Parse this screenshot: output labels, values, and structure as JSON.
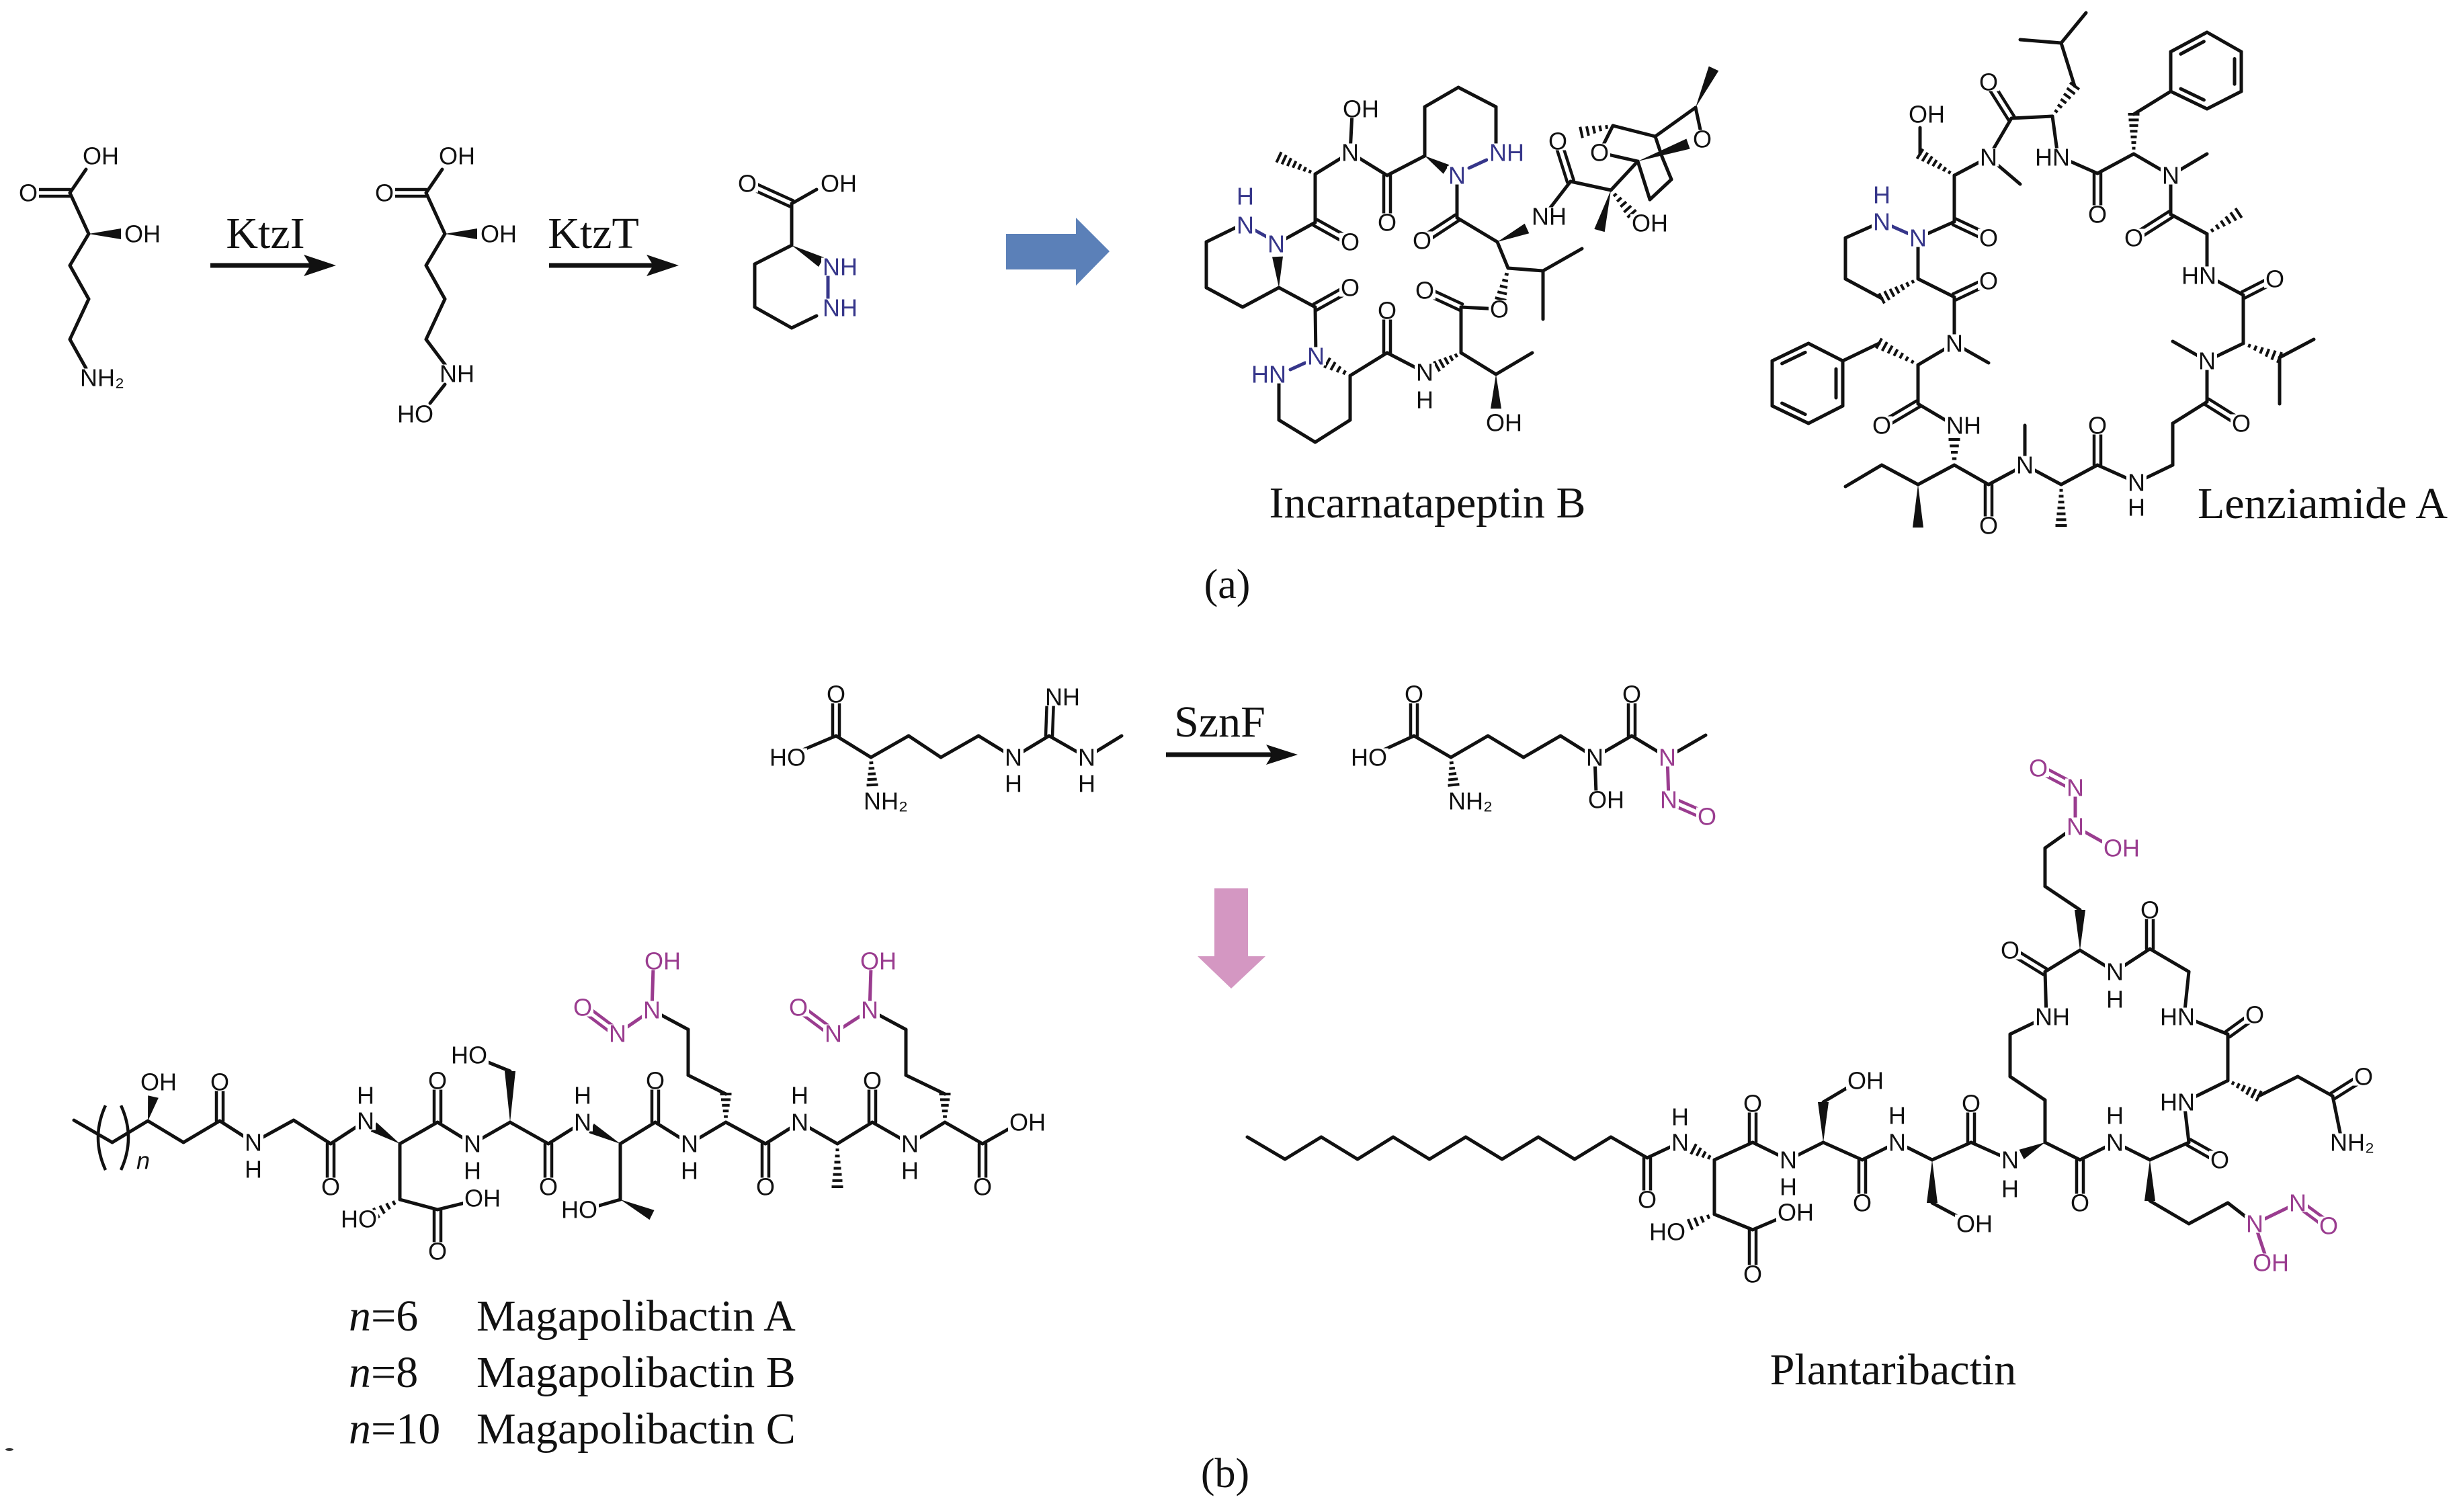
{
  "panel_a": {
    "label": "(a)",
    "reaction": {
      "enzyme_1": "KtzI",
      "enzyme_2": "KtzT"
    },
    "substrate": {
      "atoms": [
        "O",
        "OH",
        "OH",
        "NH₂"
      ]
    },
    "intermediate": {
      "atoms": [
        "O",
        "OH",
        "OH",
        "NH",
        "HO"
      ]
    },
    "product": {
      "atoms": [
        "O",
        "OH",
        "NH",
        "NH"
      ]
    },
    "incarnatapeptin_b": {
      "name": "Incarnatapeptin B",
      "atoms": [
        "OH",
        "N",
        "O",
        "NH",
        "N",
        "O",
        "NH",
        "O",
        "O",
        "N",
        "H",
        "OH",
        "O",
        "N",
        "HN",
        "O",
        "N",
        "N",
        "H",
        "O",
        "O",
        "OH",
        "O",
        "O"
      ]
    },
    "lenziamide_a": {
      "name": "Lenziamide A",
      "atoms": [
        "OH",
        "N",
        "O",
        "HN",
        "O",
        "N",
        "O",
        "HN",
        "O",
        "N",
        "O",
        "N",
        "H",
        "O",
        "N",
        "O",
        "NH",
        "O",
        "N",
        "O",
        "N",
        "N",
        "H",
        "O"
      ]
    }
  },
  "panel_b": {
    "label": "(b)",
    "reaction": {
      "enzyme": "SznF"
    },
    "substrate": {
      "atoms": [
        "HO",
        "O",
        "NH₂",
        "N",
        "H",
        "NH",
        "N",
        "H"
      ]
    },
    "product": {
      "atoms": [
        "HO",
        "O",
        "NH₂",
        "N",
        "OH",
        "O",
        "N",
        "N",
        "O"
      ]
    },
    "magapolibactin": {
      "repeat_unit_label": "n",
      "atoms": [
        "OH",
        "O",
        "N",
        "H",
        "O",
        "N",
        "H",
        "HO",
        "OH",
        "O",
        "O",
        "N",
        "H",
        "HO",
        "O",
        "N",
        "H",
        "HO",
        "O",
        "N",
        "H",
        "N",
        "OH",
        "N",
        "O",
        "O",
        "N",
        "H",
        "O",
        "N",
        "H",
        "N",
        "OH",
        "N",
        "O",
        "OH",
        "O"
      ],
      "variants": [
        {
          "var": "n",
          "value": "=6",
          "name": "Magapolibactin A"
        },
        {
          "var": "n",
          "value": "=8",
          "name": "Magapolibactin B"
        },
        {
          "var": "n",
          "value": "=10",
          "name": "Magapolibactin C"
        }
      ]
    },
    "plantaribactin": {
      "name": "Plantaribactin",
      "atoms": [
        "O",
        "N",
        "H",
        "HO",
        "OH",
        "O",
        "O",
        "N",
        "H",
        "OH",
        "O",
        "N",
        "H",
        "OH",
        "O",
        "N",
        "H",
        "NH",
        "O",
        "N",
        "H",
        "N",
        "OH",
        "N",
        "O",
        "O",
        "HN",
        "O",
        "NH₂",
        "O",
        "HN",
        "O",
        "N",
        "H",
        "N",
        "OH",
        "N",
        "O",
        "O"
      ]
    }
  },
  "colors": {
    "bond": "#111111",
    "hydrazine_n": "#36368a",
    "n_nitroso": "#9a3c8f",
    "ktzt_label": "#45699e",
    "sznf_label": "#953a8a",
    "arrow_a": "#5b80b8",
    "arrow_b": "#d497c2"
  }
}
